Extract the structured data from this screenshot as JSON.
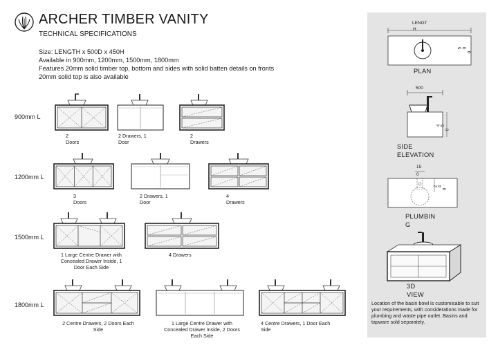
{
  "header": {
    "title": "ARCHER TIMBER VANITY",
    "subtitle": "TECHNICAL SPECIFICATIONS"
  },
  "specs": [
    "Size: LENGTH x 500D x 450H",
    "Available in 900mm, 1200mm, 1500mm, 1800mm",
    "Features 20mm solid timber top, bottom and sides with solid batten details on fronts",
    "20mm solid top is also available"
  ],
  "rows": [
    {
      "label": "900mm L",
      "variants": [
        {
          "caption": [
            "2",
            "Doors"
          ]
        },
        {
          "caption": [
            "2 Drawers, 1",
            "Door"
          ]
        },
        {
          "caption": [
            "2",
            "Drawers"
          ]
        }
      ]
    },
    {
      "label": "1200mm L",
      "variants": [
        {
          "caption": [
            "3",
            "Doors"
          ]
        },
        {
          "caption": [
            "2 Drawers, 1",
            "Door"
          ]
        },
        {
          "caption": [
            "4",
            "Drawers"
          ]
        }
      ]
    },
    {
      "label": "1500mm L",
      "variants": [
        {
          "caption": [
            "1 Large Centre Drawer with",
            "Concealed Drawer Inside, 1",
            "Door Each Side"
          ]
        },
        {
          "caption": [
            "4 Drawers"
          ]
        }
      ]
    },
    {
      "label": "1800mm L",
      "variants": [
        {
          "caption": [
            "2 Centre Drawers, 2 Doors Each",
            "Side"
          ]
        },
        {
          "caption": [
            "1 Large Centre Drawer with",
            "Concealed Drawer Inside, 2 Doors",
            "Each Side"
          ]
        },
        {
          "caption": [
            "4 Centre Drawers, 1 Door Each",
            "Side"
          ]
        }
      ]
    }
  ],
  "side": {
    "plan": {
      "length_label_1": "LENGT",
      "length_label_2": "H",
      "depth_1": "5",
      "depth_2": "0",
      "depth_3": "0",
      "title": "PLAN"
    },
    "elevation": {
      "width": "500",
      "height_1": "4",
      "height_2": "5",
      "height_3": "0",
      "title_1": "SIDE",
      "title_2": "ELEVATION"
    },
    "plumbing": {
      "dim_top": "15",
      "dim_top_2": "0",
      "dim_right_1": "2",
      "dim_right_2": "4",
      "dim_right_3": "0",
      "title_1": "PLUMBIN",
      "title_2": "G"
    },
    "view3d": {
      "title_1": "3D",
      "title_2": "VIEW"
    },
    "note": "Location of the basin bowl is customisable to suit your requirements, with considerations made for plumbing and waste pipe outlet. Basins and tapware sold separately."
  }
}
